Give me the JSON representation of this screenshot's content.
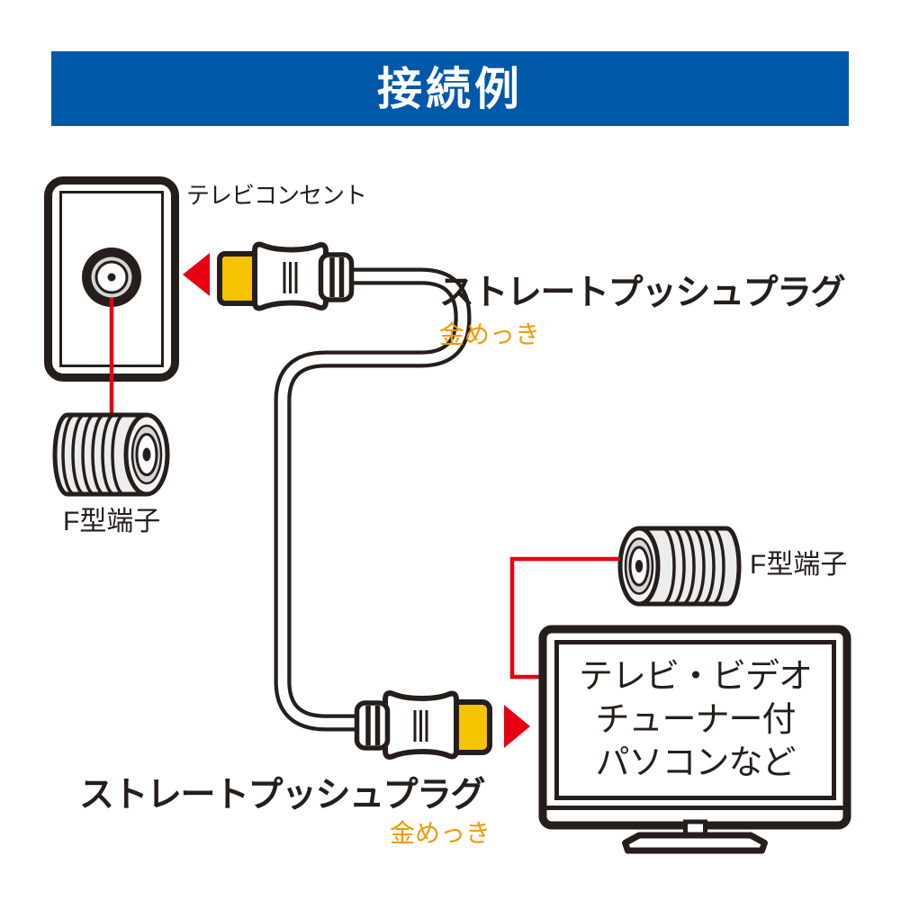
{
  "banner": {
    "title": "接続例"
  },
  "outlet": {
    "label": "テレビコンセント"
  },
  "terminals": {
    "left_label": "F型端子",
    "right_label": "F型端子"
  },
  "plugs": {
    "top": {
      "name": "ストレートプッシュプラグ",
      "plating": "金めっき"
    },
    "bottom": {
      "name": "ストレートプッシュプラグ",
      "plating": "金めっき"
    }
  },
  "device": {
    "line1": "テレビ・ビデオ",
    "line2": "チューナー付",
    "line3": "パソコンなど"
  },
  "icons": {
    "arrow_left": "red-triangle-pointing-left",
    "arrow_right": "red-triangle-pointing-right"
  },
  "colors": {
    "banner_blue": "#0058a9",
    "outline_black": "#251e1b",
    "plug_yellow": "#f6c300",
    "plating_orange": "#f39800",
    "connector_red": "#e60012",
    "metal_gray": "#d6d6d7"
  }
}
